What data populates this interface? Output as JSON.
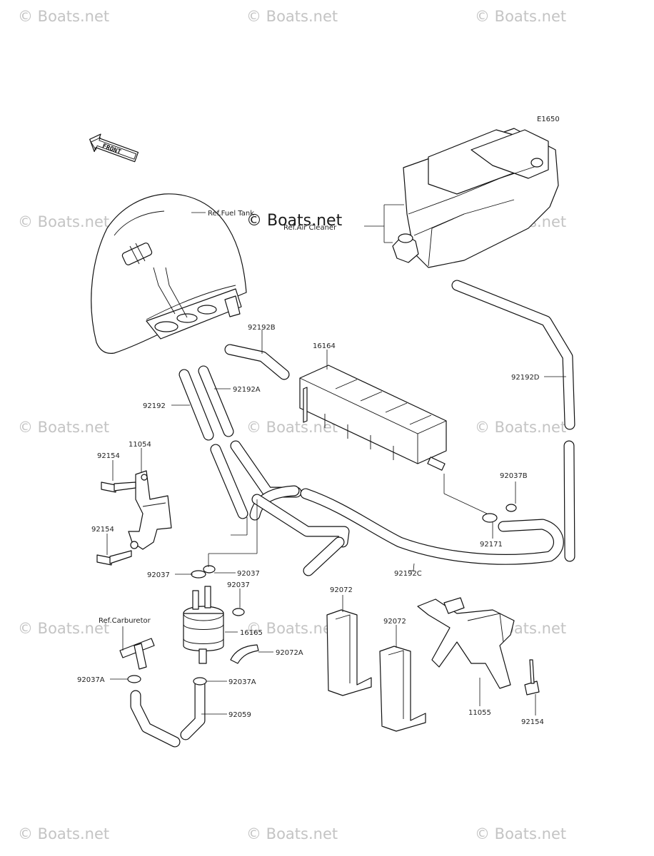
{
  "diagram_code": "E1650",
  "front_arrow": "FRONT",
  "watermark": "© Boats.net",
  "refs": {
    "fuel_tank": "Ref.Fuel Tank",
    "air_cleaner": "Ref.Air Cleaner",
    "carburetor": "Ref.Carburetor"
  },
  "parts": {
    "p16164": "16164",
    "p16165": "16165",
    "p11054": "11054",
    "p11055": "11055",
    "p92154a": "92154",
    "p92154b": "92154",
    "p92154c": "92154",
    "p92192": "92192",
    "p92192A": "92192A",
    "p92192B": "92192B",
    "p92192C": "92192C",
    "p92192D": "92192D",
    "p92037a": "92037",
    "p92037b": "92037",
    "p92037c": "92037",
    "p92037A1": "92037A",
    "p92037A2": "92037A",
    "p92037B": "92037B",
    "p92171": "92171",
    "p92072a": "92072",
    "p92072b": "92072",
    "p92072A": "92072A",
    "p92059": "92059"
  }
}
